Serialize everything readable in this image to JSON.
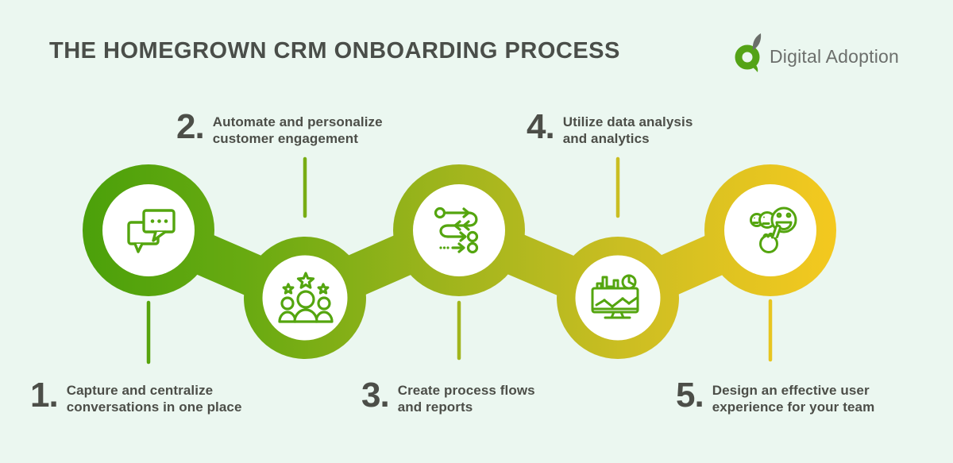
{
  "title": "THE HOMEGROWN CRM ONBOARDING PROCESS",
  "logo": {
    "brand": "Digital Adoption"
  },
  "colors": {
    "background": "#ebf7f0",
    "title_text": "#4a4e49",
    "step_text": "#4c4e48",
    "brand_text": "#6c6f6c",
    "logo_green": "#54a316",
    "logo_leaf_gray": "#6b6e6a",
    "icon_green": "#54a50f",
    "gradient_start": "#4aa00a",
    "gradient_mid": "#9cb41c",
    "gradient_end": "#f5c91f"
  },
  "steps": [
    {
      "number": "1.",
      "label_line1": "Capture and centralize",
      "label_line2": "conversations in one place",
      "icon": "chat-bubbles-icon",
      "label_position": "bottom"
    },
    {
      "number": "2.",
      "label_line1": "Automate and personalize",
      "label_line2": "customer engagement",
      "icon": "customer-stars-icon",
      "label_position": "top"
    },
    {
      "number": "3.",
      "label_line1": "Create process flows",
      "label_line2": "and reports",
      "icon": "process-flow-icon",
      "label_position": "bottom"
    },
    {
      "number": "4.",
      "label_line1": "Utilize data analysis",
      "label_line2": "and analytics",
      "icon": "analytics-dashboard-icon",
      "label_position": "top"
    },
    {
      "number": "5.",
      "label_line1": "Design an effective user",
      "label_line2": "experience for your team",
      "icon": "user-experience-icon",
      "label_position": "bottom"
    }
  ]
}
